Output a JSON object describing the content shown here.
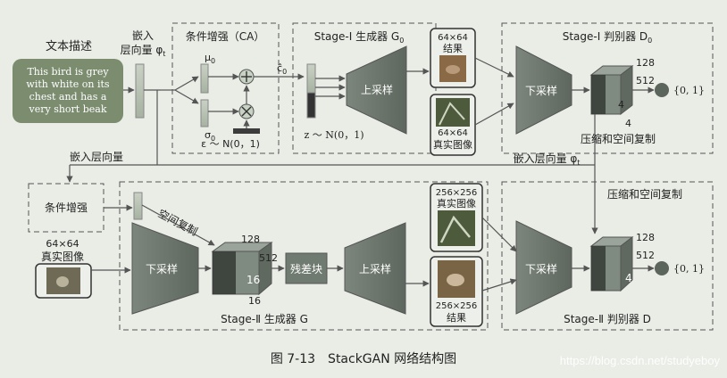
{
  "text_desc": {
    "title": "文本描述",
    "lines": [
      "This bird is grey",
      "with white on its",
      "chest and has a",
      "very short beak"
    ]
  },
  "embed": {
    "line1": "嵌入",
    "line2": "层向量 φ",
    "sub": "t"
  },
  "ca": {
    "title": "条件增强（CA）",
    "mu": "μ",
    "mu_sub": "0",
    "sigma": "σ",
    "sigma_sub": "0",
    "eps": "ε ～ N(0，1)",
    "c0": "ĉ",
    "c0_sub": "0"
  },
  "stage1": {
    "title": "Stage-Ⅰ 生成器 G",
    "title_sub": "0",
    "upsample": "上采样",
    "z": "z ～ N(0，1)"
  },
  "images": {
    "gen64_size": "64×64",
    "gen64_label": "结果",
    "real64_size": "64×64",
    "real64_label": "真实图像",
    "real256_size": "256×256",
    "real256_label": "真实图像",
    "gen256_size": "256×256",
    "gen256_label": "结果",
    "real64b_size": "64×64",
    "real64b_label": "真实图像"
  },
  "disc1": {
    "title": "Stage-Ⅰ 判别器 D",
    "title_sub": "0",
    "downsample": "下采样",
    "dim128": "128",
    "dim512": "512",
    "dim4a": "4",
    "dim4b": "4",
    "output": "{0, 1}",
    "compress": "压缩和空间复制"
  },
  "mid": {
    "embed_left": "嵌入层向量",
    "embed_right": "嵌入层向量 φ",
    "embed_right_sub": "t",
    "compress_right": "压缩和空间复制"
  },
  "stage2": {
    "ca_box": "条件增强",
    "spatial": "空间复制",
    "downsample": "下采样",
    "dim128": "128",
    "dim512": "512",
    "dim16a": "16",
    "dim16b": "16",
    "residual": "残差块",
    "upsample": "上采样",
    "title": "Stage-Ⅱ 生成器 G"
  },
  "disc2": {
    "downsample": "下采样",
    "dim128": "128",
    "dim512": "512",
    "dim4": "4",
    "output": "{0, 1}",
    "title": "Stage-Ⅱ 判别器 D"
  },
  "caption": "图 7-13　StackGAN 网络结构图",
  "watermark": "https://blog.csdn.net/studyeboy",
  "colors": {
    "background": "#e9ede6",
    "text_box": "#7b8c6f",
    "trapezoid": "#6f7a70",
    "cuboid": "#7f8a80",
    "bar": "#b9c3b6"
  }
}
